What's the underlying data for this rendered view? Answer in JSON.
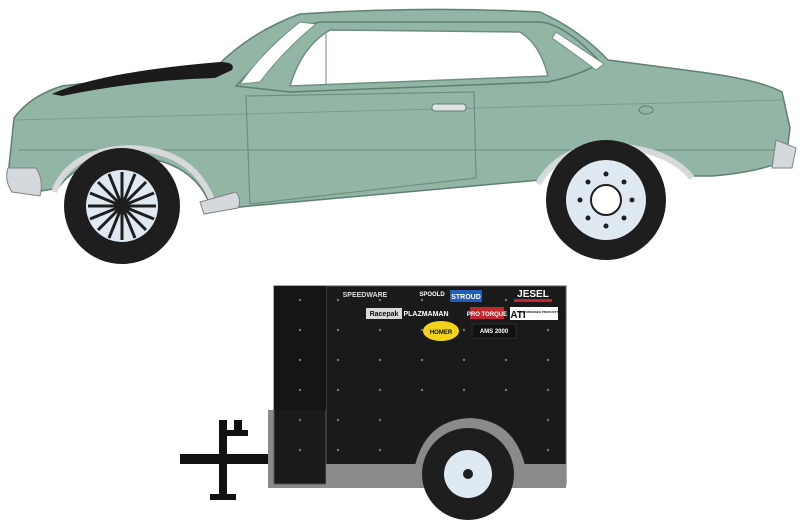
{
  "colors": {
    "body": "#93b5a5",
    "body_shadow": "#86a898",
    "outline": "#5f7f70",
    "hood_black": "#1b1b1b",
    "chrome": "#d6d9dc",
    "glass": "#ffffff",
    "tire": "#1e1e1e",
    "wheel": "#dfe9f2",
    "trailer_black": "#1a1a1a",
    "trailer_gray": "#8a8a8a",
    "frame": "#111111"
  },
  "sponsor_logos": [
    {
      "name": "speedware-logo",
      "text": "SPEEDWARE"
    },
    {
      "name": "spoold-logo",
      "text": "SPOOLD"
    },
    {
      "name": "stroud-logo",
      "text": "STROUD"
    },
    {
      "name": "jesel-logo",
      "text": "JESEL"
    },
    {
      "name": "racepak-logo",
      "text": "Racepak"
    },
    {
      "name": "plazmaman-logo",
      "text": "PLAZMAMAN"
    },
    {
      "name": "protorque-logo",
      "text": "PRO TORQUE"
    },
    {
      "name": "ati-logo",
      "text": "ATI"
    },
    {
      "name": "ati-subtext",
      "text": "PERFORMANCE PRODUCTS, INC."
    },
    {
      "name": "round-yellow-logo",
      "text": "HOMER"
    },
    {
      "name": "ams2000-logo",
      "text": "AMS 2000"
    }
  ]
}
